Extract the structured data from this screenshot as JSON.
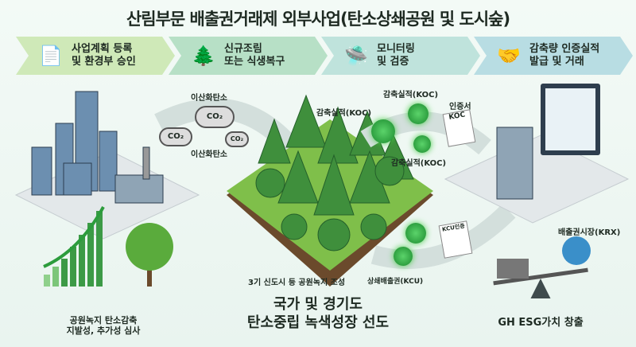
{
  "title": "산림부문 배출권거래제 외부사업(탄소상쇄공원 및 도시숲)",
  "steps": [
    {
      "label": "사업계획 등록\n및 환경부 승인",
      "icon": "document-check-icon"
    },
    {
      "label": "신규조림\n또는 식생복구",
      "icon": "tree-planting-icon"
    },
    {
      "label": "모니터링\n및 검증",
      "icon": "drone-icon"
    },
    {
      "label": "감축량 인증실적\n발급 및 거래",
      "icon": "handshake-coin-icon"
    }
  ],
  "flow": {
    "co2_top": "이산화탄소",
    "co2_bottom": "이산화탄소",
    "co2": "CO₂",
    "koc_left": "감축실적(KOC)",
    "koc_top": "감축실적(KOC)",
    "koc_bottom": "감축실적(KOC)",
    "certificate": "인증서",
    "cert_koc": "KOC",
    "market": "배출권시장(KRX)",
    "kcu": "상쇄배출권(KCU)",
    "cert_kcu": "KCU인증"
  },
  "bottom": {
    "left_caption": "공원녹지 탄소감축\n지발성, 추가성 심사",
    "park": "3기 신도시 등 공원녹지 조성",
    "headline1": "국가 및 경기도",
    "headline2": "탄소중립 녹색성장 선도",
    "right_caption": "GH ESG가치 창출"
  },
  "colors": {
    "step1": "#cfe9b8",
    "step2": "#b7e0c6",
    "step3": "#bfe3dc",
    "step4": "#b8dde3",
    "forest": "#3f8f3c",
    "arrow": "#d7e4e0"
  }
}
